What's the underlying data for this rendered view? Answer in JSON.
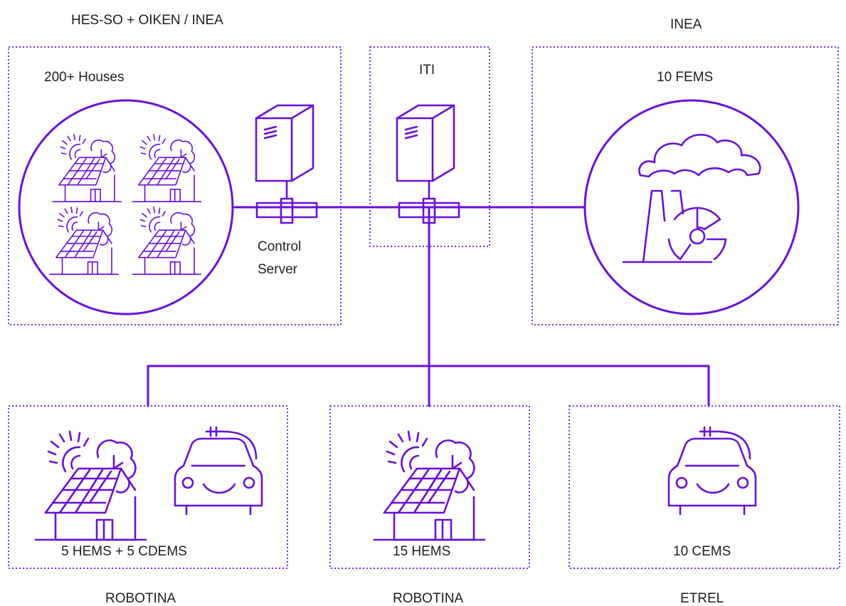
{
  "colors": {
    "accent": "#6a0fd8",
    "box_border": "#7a2ee0",
    "text": "#1e1e1e"
  },
  "top_labels": {
    "left": "HES-SO + OIKEN / INEA",
    "right": "INEA"
  },
  "houses_group": {
    "label": "200+ Houses",
    "icon": "solar-house-icon"
  },
  "control_server": {
    "line1": "Control",
    "line2": "Server",
    "icon": "server-icon"
  },
  "iti": {
    "label": "ITI",
    "icon": "server-icon"
  },
  "fems": {
    "label": "10 FEMS",
    "icon": "power-plant-icon"
  },
  "bottom": {
    "left": {
      "caption": "5 HEMS + 5 CDEMS",
      "owner": "ROBOTINA",
      "icons": [
        "solar-house-icon",
        "ev-car-icon"
      ]
    },
    "middle": {
      "caption": "15 HEMS",
      "owner": "ROBOTINA",
      "icons": [
        "solar-house-icon"
      ]
    },
    "right": {
      "caption": "10 CEMS",
      "owner": "ETREL",
      "icons": [
        "ev-car-icon"
      ]
    }
  }
}
